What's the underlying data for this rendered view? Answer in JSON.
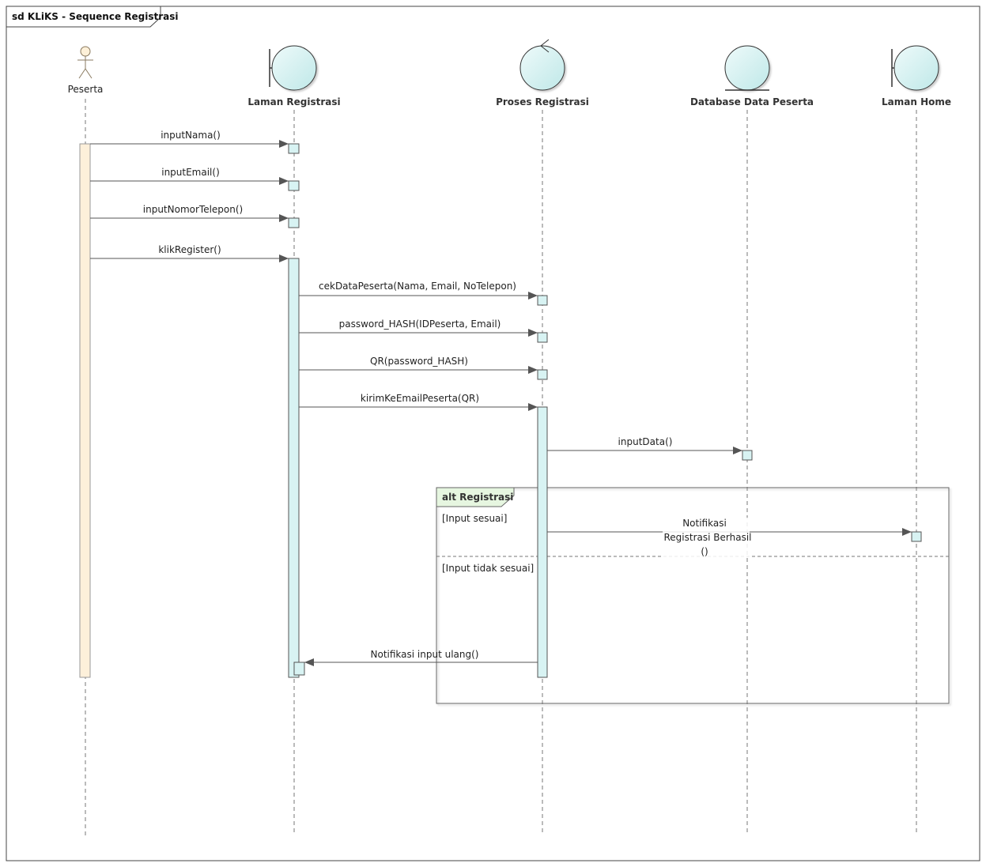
{
  "frame": {
    "title": "sd KLiKS - Sequence Registrasi"
  },
  "colors": {
    "actor_fill": "#fdf0d8",
    "actor_stroke": "#8a7a60",
    "object_fill": "#d6f2f2",
    "object_stroke": "#333333",
    "activation_fill": "#d8f3f3",
    "actor_activation_fill": "#fdf0da",
    "fragment_tab": "#e6f6e0",
    "line": "#555555"
  },
  "participants": [
    {
      "id": "peserta",
      "name": "Peserta",
      "kind": "actor"
    },
    {
      "id": "laman-registrasi",
      "name": "Laman Registrasi",
      "kind": "boundary"
    },
    {
      "id": "proses-registrasi",
      "name": "Proses Registrasi",
      "kind": "control"
    },
    {
      "id": "database-data-peserta",
      "name": "Database Data Peserta",
      "kind": "entity"
    },
    {
      "id": "laman-home",
      "name": "Laman Home",
      "kind": "boundary"
    }
  ],
  "messages": [
    {
      "from": "peserta",
      "to": "laman-registrasi",
      "label": "inputNama()"
    },
    {
      "from": "peserta",
      "to": "laman-registrasi",
      "label": "inputEmail()"
    },
    {
      "from": "peserta",
      "to": "laman-registrasi",
      "label": "inputNomorTelepon()"
    },
    {
      "from": "peserta",
      "to": "laman-registrasi",
      "label": "klikRegister()"
    },
    {
      "from": "laman-registrasi",
      "to": "proses-registrasi",
      "label": "cekDataPeserta(Nama, Email, NoTelepon)"
    },
    {
      "from": "laman-registrasi",
      "to": "proses-registrasi",
      "label": "password_HASH(IDPeserta, Email)"
    },
    {
      "from": "laman-registrasi",
      "to": "proses-registrasi",
      "label": "QR(password_HASH)"
    },
    {
      "from": "laman-registrasi",
      "to": "proses-registrasi",
      "label": "kirimKeEmailPeserta(QR)"
    },
    {
      "from": "proses-registrasi",
      "to": "database-data-peserta",
      "label": "inputData()"
    },
    {
      "from": "proses-registrasi",
      "to": "laman-home",
      "label": "Notifikasi Registrasi Berhasil ()",
      "label_lines": [
        "Notifikasi",
        "Registrasi Berhasil",
        "()"
      ]
    },
    {
      "from": "proses-registrasi",
      "to": "laman-registrasi",
      "label": "Notifikasi input ulang()"
    }
  ],
  "fragment": {
    "title": "alt Registrasi",
    "guards": [
      "[Input sesuai]",
      "[Input tidak sesuai]"
    ]
  }
}
